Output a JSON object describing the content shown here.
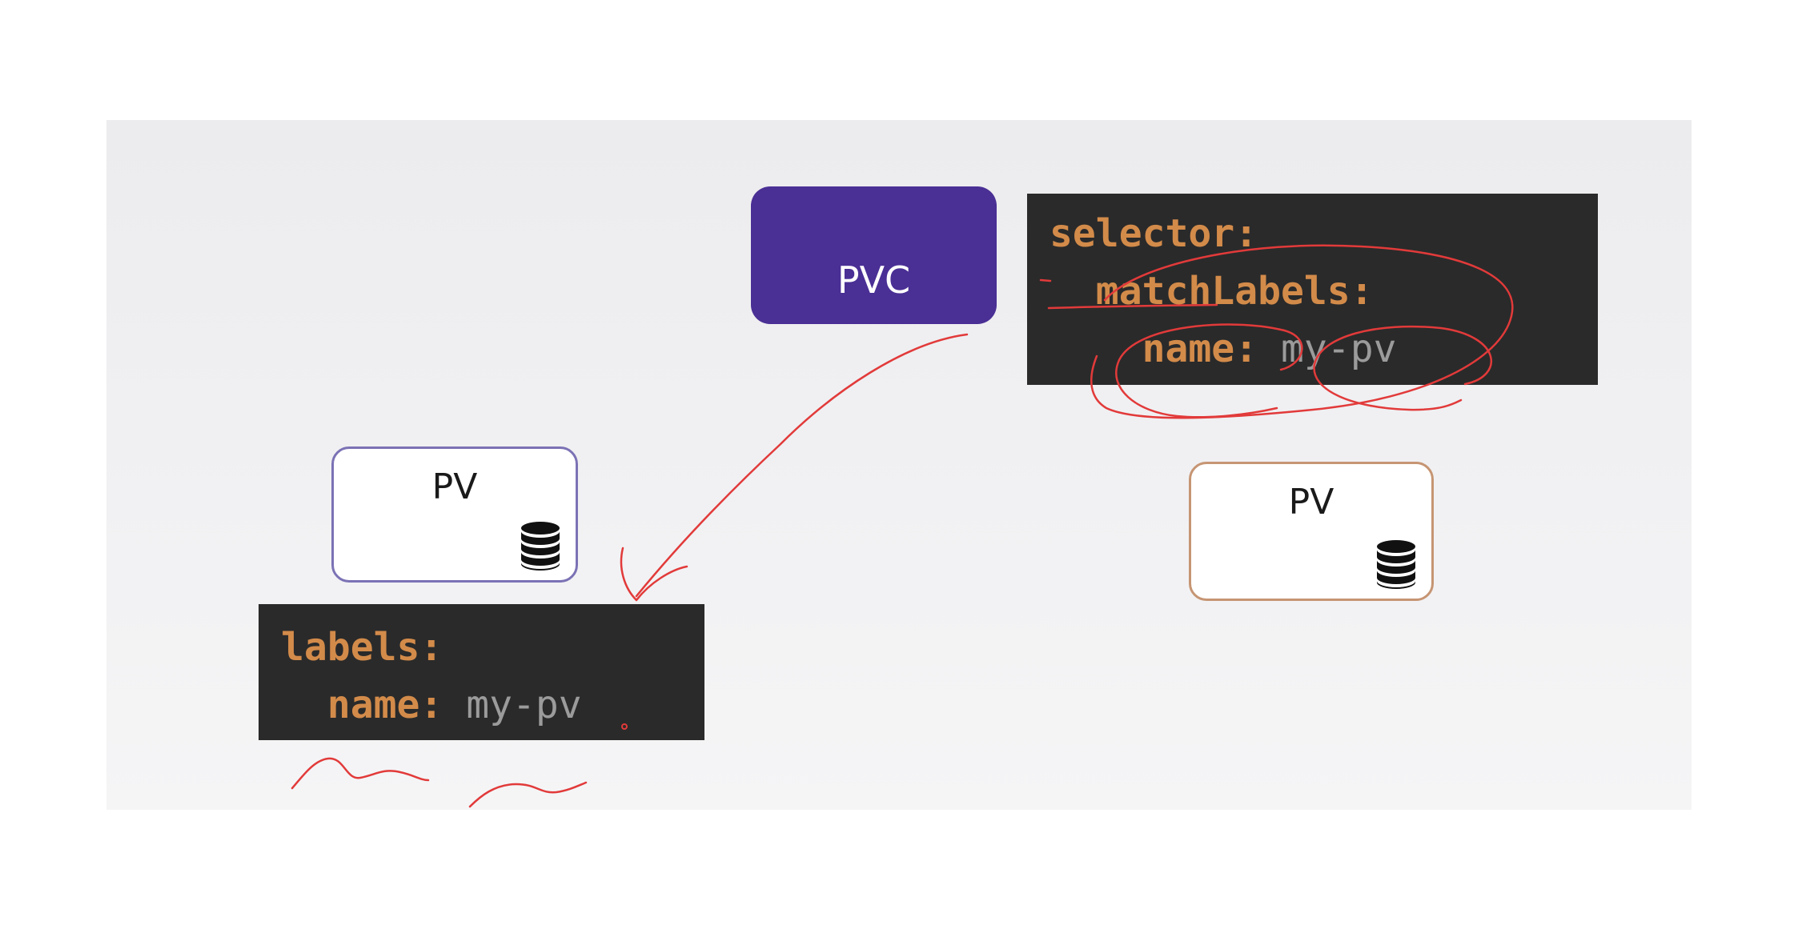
{
  "pvc": {
    "label": "PVC",
    "color": "#4a2f95"
  },
  "pv_left": {
    "label": "PV",
    "border_color": "#7b72b5",
    "icon": "database-icon"
  },
  "pv_right": {
    "label": "PV",
    "border_color": "#c69573",
    "icon": "database-icon"
  },
  "selector_code": {
    "line1_key": "selector:",
    "line2_key": "matchLabels:",
    "line3_key": "name:",
    "line3_value": "my-pv"
  },
  "labels_code": {
    "line1_key": "labels:",
    "line2_key": "name:",
    "line2_value": "my-pv"
  },
  "colors": {
    "code_background": "#2a2a2a",
    "code_key": "#d38b4a",
    "code_value": "#9b9b9b",
    "annotation_ink": "#e23a3a"
  }
}
